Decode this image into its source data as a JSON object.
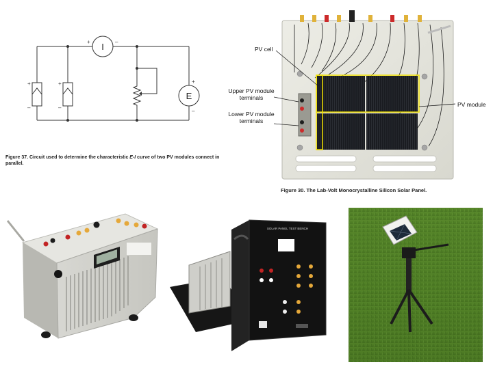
{
  "circuit": {
    "ammeter_symbol": "I",
    "source_symbol": "E",
    "plus_sign": "+",
    "minus_sign": "–"
  },
  "figure37": {
    "caption_prefix": "Figure 37.  Circuit used to determine the characteristic ",
    "caption_italic": "E-I",
    "caption_suffix": " curve of two PV modules connect in parallel."
  },
  "figure30": {
    "caption": "Figure 30.  The Lab-Volt Monocrystalline Silicon Solar Panel.",
    "labels": {
      "pv_cell": "PV cell",
      "upper_terminals": "Upper PV module terminals",
      "lower_terminals": "Lower PV module terminals",
      "pv_module": "PV module"
    }
  },
  "test_bench": {
    "front_text": "SOLAR PANEL TEST BENCH"
  },
  "colors": {
    "panel_frame": "#e4e4dc",
    "cell": "#1b1d22",
    "highlight": "#f0e000",
    "grass": "#4f7a26",
    "bench": "#121212"
  },
  "icons": [
    "solar-cell-icon",
    "ammeter-icon",
    "dc-source-icon",
    "rheostat-icon",
    "tripod-icon"
  ]
}
